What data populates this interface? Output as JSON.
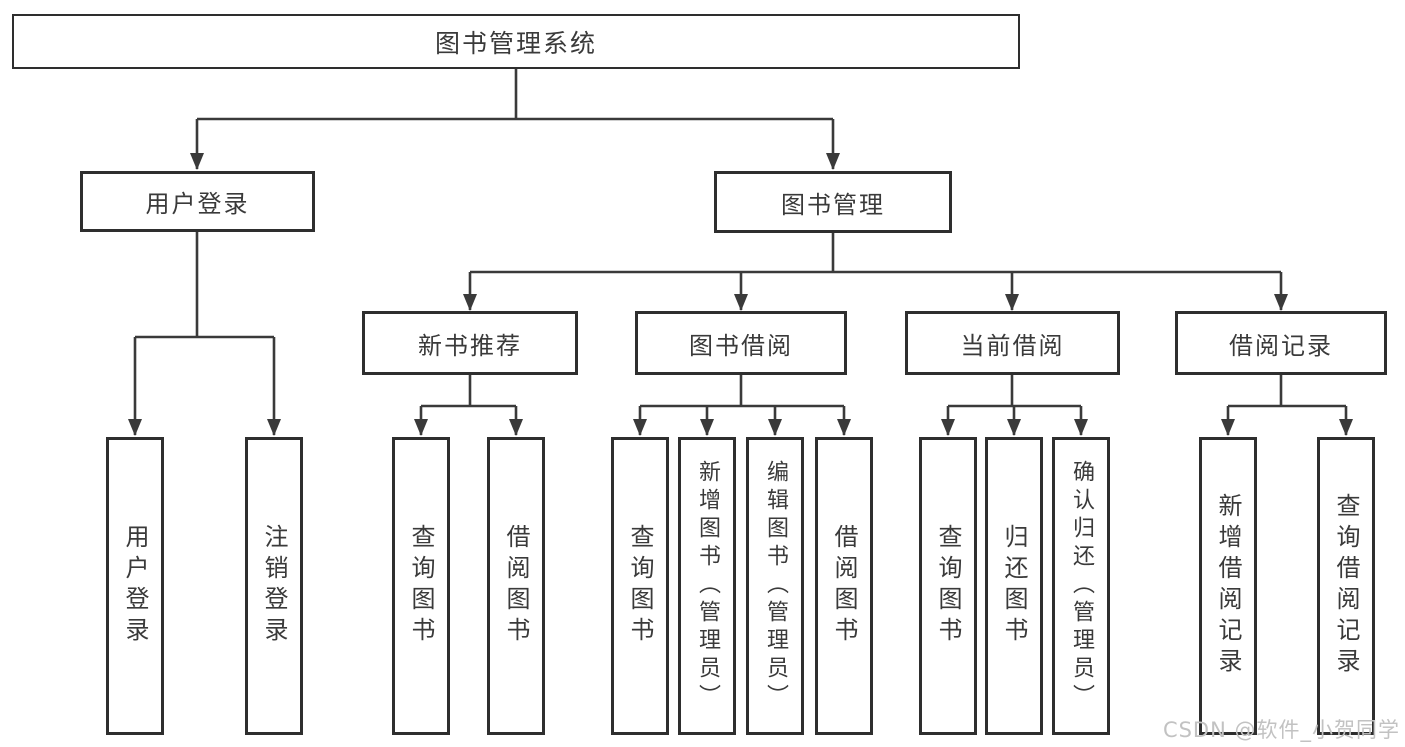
{
  "tree": {
    "root": "图书管理系统",
    "branches": [
      {
        "label": "用户登录",
        "leaves": [
          "用户登录",
          "注销登录"
        ]
      },
      {
        "label": "图书管理",
        "groups": [
          {
            "label": "新书推荐",
            "leaves": [
              "查询图书",
              "借阅图书"
            ]
          },
          {
            "label": "图书借阅",
            "leaves": [
              "查询图书",
              "新增图书（管理员）",
              "编辑图书（管理员）",
              "借阅图书"
            ]
          },
          {
            "label": "当前借阅",
            "leaves": [
              "查询图书",
              "归还图书",
              "确认归还（管理员）"
            ]
          },
          {
            "label": "借阅记录",
            "leaves": [
              "新增借阅记录",
              "查询借阅记录"
            ]
          }
        ]
      }
    ]
  },
  "watermark": {
    "text": "CSDN @软件_小贺同学"
  },
  "colors": {
    "line": "#3a3a3a",
    "box_border": "#2e2e2e",
    "text": "#3a3a3a",
    "watermark": "#c2c2c2",
    "background": "#ffffff"
  }
}
